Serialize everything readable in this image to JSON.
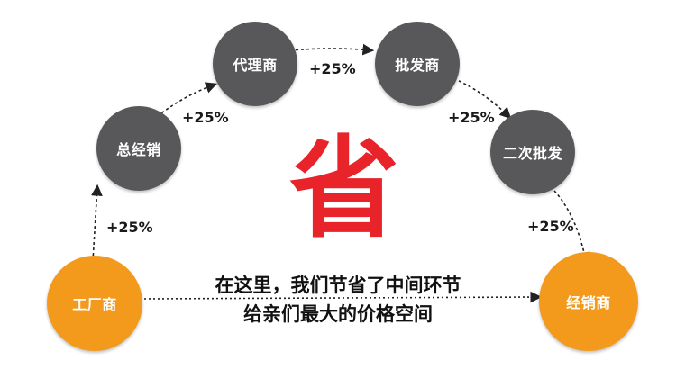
{
  "nodes": {
    "factory": "工厂商",
    "general_distributor": "总经销",
    "agent": "代理商",
    "wholesaler": "批发商",
    "secondary_wholesaler": "二次批发",
    "dealer": "经销商"
  },
  "markups": {
    "factory_to_general": "+25%",
    "general_to_agent": "+25%",
    "agent_to_wholesaler": "+25%",
    "wholesaler_to_secondary": "+25%",
    "secondary_to_dealer": "+25%"
  },
  "center_char": "省",
  "caption": {
    "line1": "在这里，我们节省了中间环节",
    "line2": "给亲们最大的价格空间"
  },
  "colors": {
    "gray_node": "#58585a",
    "orange_node": "#f39a1c",
    "accent_red": "#e8232a"
  }
}
